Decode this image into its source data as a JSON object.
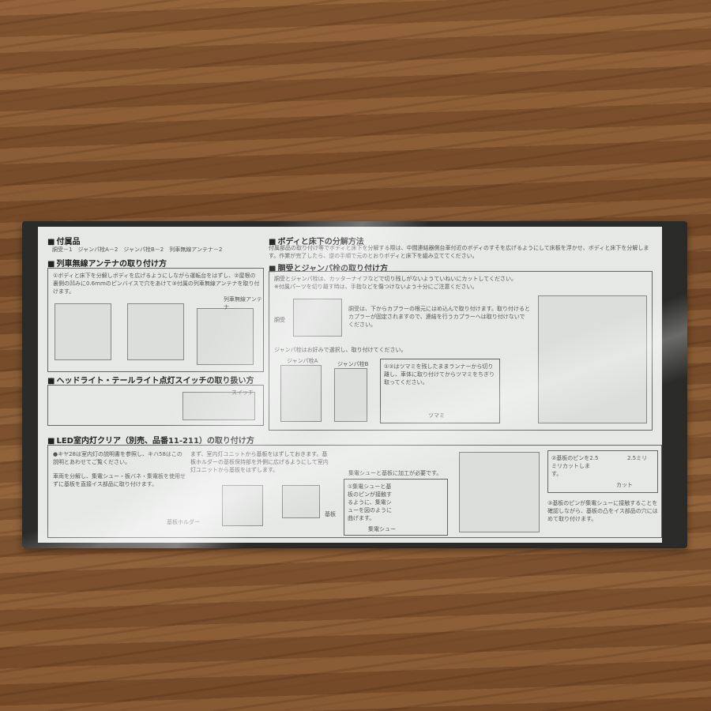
{
  "sheet": {
    "accessories": {
      "title": "付属品",
      "items": "胴受－1　ジャンパ栓A－2　ジャンパ栓B－2　列車無線アンテナ－2"
    },
    "antenna": {
      "title": "列車無線アンテナの取り付け方",
      "text": "①ボディと床下を分解しボディを広げるようにしながら運転台をはずし、②屋根の裏側の凹みに0.6mmのピンバイスで穴をあけて③付属の列車無線アンテナを取り付けます。",
      "label": "列車無線アンテナ"
    },
    "headlight": {
      "title": "ヘッドライト・テールライト点灯スイッチの取り扱い方",
      "label": "スイッチ"
    },
    "disassembly": {
      "title": "ボディと床下の分解方法",
      "text": "付属部品の取り付け等でボディと床下を分解する際は、中間連結器側台車付近のボディのすそを広げるようにして床板を浮かせ、ボディと床下を分解します。作業が完了したら、逆の手順で元のとおりボディと床下を組み立ててください。"
    },
    "coupler": {
      "title": "胴受とジャンパ栓の取り付け方",
      "text1": "胴受とジャンパ栓は、カッターナイフなどで切り残しがないようていねいにカットしてください。",
      "text2": "※付属パーツを切り離す時は、手指などを傷つけないよう十分にご注意ください。",
      "label_dou": "胴受",
      "text3": "胴受は、下からカプラーの根元にはめ込んで取り付けます。取り付けるとカプラーが固定されますので、連結を行うカプラーへは取り付けないでください。",
      "text4": "ジャンパ栓はお好みで選択し、取り付けてください。",
      "jumperA": "ジャンパ栓A",
      "jumperB": "ジャンパ栓B",
      "note": "①②はツマミを残したままランナーから切り離し、車体に取り付けてからツマミをちぎり取ってください。",
      "tsumami": "ツマミ"
    },
    "led": {
      "title": "LED室内灯クリア（別売、品番11-211）の取り付け方",
      "text1": "●キヤ28は室内灯の説明書を参照し、キハ58はこの説明とあわせてご覧ください。",
      "text2": "車両を分解し、集電シュー・板バネ・集電板を使用せずに基板を直接イス部品に取り付けます。",
      "text3": "まず、室内灯ユニットから基板をはずしておきます。基板ホルダーの基板保持部を外側に広げるようにして室内灯ユニットから基板をはずします。",
      "holder": "基板ホルダー",
      "board": "基板",
      "text4": "集電シューと基板に加工が必要です。",
      "step1": "①集電シューと基板のピンが接触するように、集電シューを図のように曲げます。",
      "shoe": "集電シュー",
      "step2": "②基板のピンを2.5ミリカットします。",
      "mm": "2.5ミリ",
      "cut": "カット",
      "step3": "③基板のピンが集電シューに接触することを確認しながら、基板の凸をイス部品の穴にはめて取り付けます。"
    }
  }
}
